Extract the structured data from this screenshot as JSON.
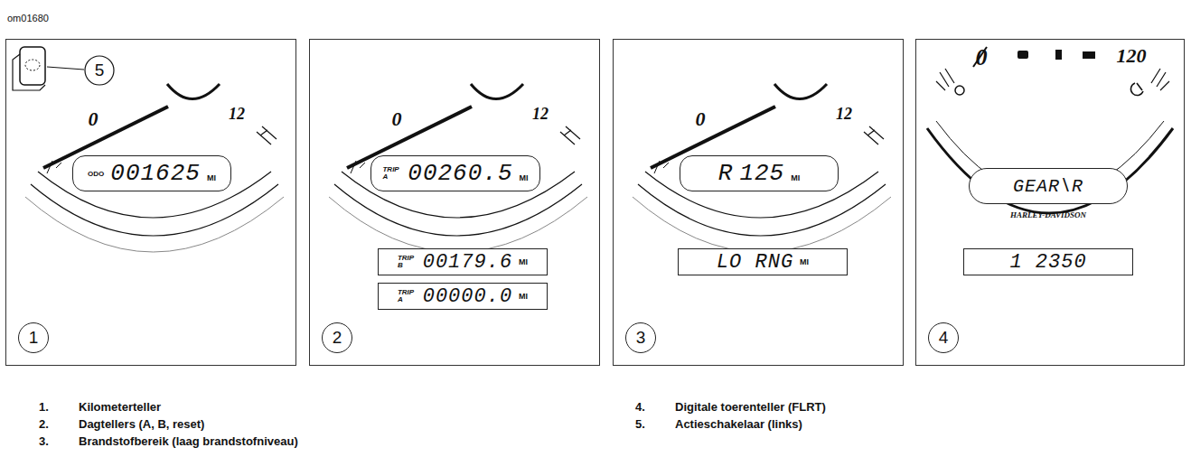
{
  "diagram": {
    "nodes": [
      {
        "text": [
          "1"
        ]
      },
      {
        "text": [
          "ODO",
          "001625",
          "MI"
        ],
        "in": 0
      },
      {
        "text": [
          "2"
        ]
      },
      {
        "text": [
          "TRIP A",
          "00260.5",
          "MI"
        ],
        "in": 2
      },
      {
        "text": [
          "TRIP B",
          "00179.6",
          "MI"
        ],
        "in": 2
      },
      {
        "text": [
          "TRIP A",
          "00000.0",
          "MI"
        ],
        "in": 2
      },
      {
        "text": [
          "3"
        ]
      },
      {
        "text": [
          "R",
          "125",
          "MI"
        ],
        "in": 6
      },
      {
        "text": [
          "LO RNG",
          "MI"
        ],
        "in": 6
      },
      {
        "text": [
          "4"
        ]
      },
      {
        "text": [
          "GEAR\\R"
        ],
        "in": 9
      },
      {
        "text": [
          "1 2350"
        ],
        "in": 9
      }
    ],
    "labels": [
      "om01680",
      "5",
      "0",
      "12",
      "0",
      "12",
      "0",
      "12",
      "0",
      "120",
      "HARLEY-DAVIDSON",
      "1.",
      "Kilometerteller",
      "2.",
      "Dagtellers (A, B, reset)",
      "3.",
      "Brandstofbereik (laag brandstofniveau)",
      "4.",
      "Digitale toerenteller (FLRT)",
      "5.",
      "Actieschakelaar (links)"
    ]
  }
}
